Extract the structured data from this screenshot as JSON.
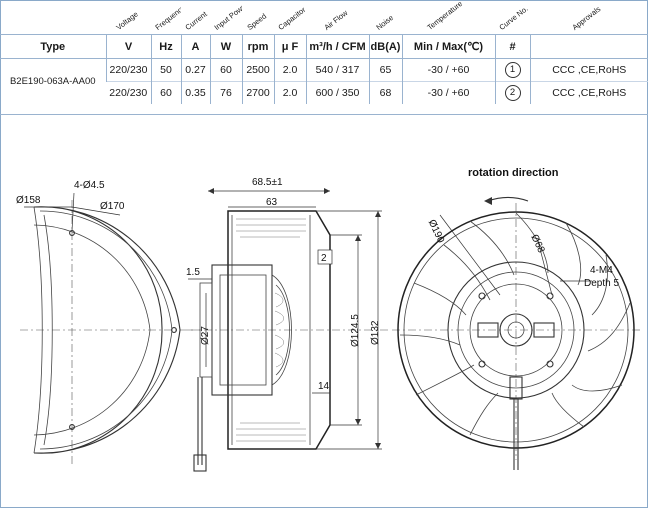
{
  "table": {
    "header_rotated": [
      "Voltage",
      "Frequency",
      "Current",
      "Input Power",
      "Speed",
      "Capacitor",
      "Air Flow",
      "Noise",
      "Temperature",
      "Curve No.",
      "Approvals"
    ],
    "units": [
      "Type",
      "V",
      "Hz",
      "A",
      "W",
      "rpm",
      "μ F",
      "m³/h / CFM",
      "dB(A)",
      "Min / Max(℃)",
      "#",
      ""
    ],
    "model": "B2E190-063A-AA00",
    "rows": [
      {
        "voltage": "220/230",
        "freq": "50",
        "current": "0.27",
        "power": "60",
        "speed": "2500",
        "cap": "2.0",
        "airflow": "540 / 317",
        "noise": "65",
        "temp": "-30 / +60",
        "curve": "1",
        "approvals": "CCC ,CE,RoHS"
      },
      {
        "voltage": "220/230",
        "freq": "60",
        "current": "0.35",
        "power": "76",
        "speed": "2700",
        "cap": "2.0",
        "airflow": "600 / 350",
        "noise": "68",
        "temp": "-30 / +60",
        "curve": "2",
        "approvals": "CCC ,CE,RoHS"
      }
    ]
  },
  "drawing": {
    "left": {
      "dia_158": "Ø158",
      "holes": "4-Ø4.5",
      "dia_170": "Ø170"
    },
    "side": {
      "overall": "68.5±1",
      "width": "63",
      "gap": "2",
      "flange": "1.5",
      "shaft": "Ø27",
      "inner": "Ø124.5",
      "outer": "Ø132",
      "bottom": "14"
    },
    "front": {
      "rotation": "rotation direction",
      "dia_190": "Ø190",
      "dia_68": "Ø68",
      "tap": "4-M4",
      "depth": "Depth 5"
    }
  }
}
